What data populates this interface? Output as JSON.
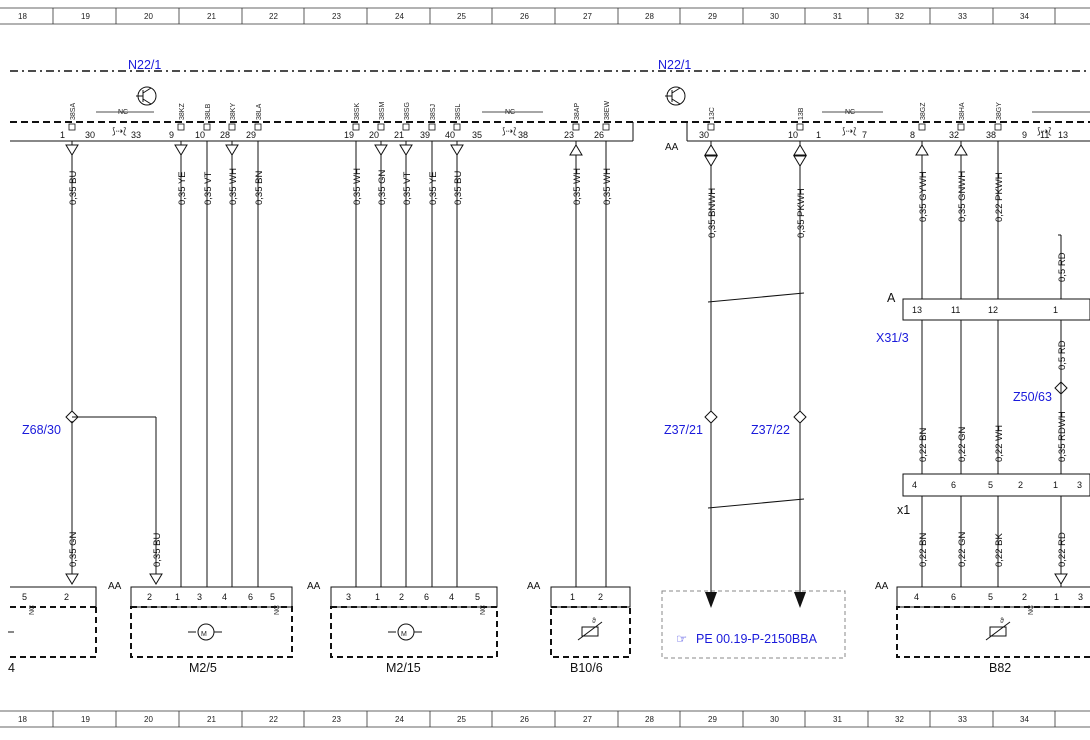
{
  "ruler_cols": [
    "18",
    "19",
    "20",
    "21",
    "22",
    "23",
    "24",
    "25",
    "26",
    "27",
    "28",
    "29",
    "30",
    "31",
    "32",
    "33",
    "34"
  ],
  "modules": {
    "left": "N22/1",
    "right": "N22/1"
  },
  "nc": "NC",
  "aa": "AA",
  "top_pins": [
    {
      "num": "1",
      "sig": "38SA"
    },
    {
      "num": "30",
      "sig": ""
    },
    {
      "num": "33",
      "sig": ""
    },
    {
      "num": "9",
      "sig": "38KZ"
    },
    {
      "num": "10",
      "sig": "38LB"
    },
    {
      "num": "28",
      "sig": "38KY"
    },
    {
      "num": "29",
      "sig": "38LA"
    },
    {
      "num": "19",
      "sig": "38SK"
    },
    {
      "num": "20",
      "sig": "38SM"
    },
    {
      "num": "21",
      "sig": "38SG"
    },
    {
      "num": "39",
      "sig": "38SJ"
    },
    {
      "num": "40",
      "sig": "38SL"
    },
    {
      "num": "35",
      "sig": ""
    },
    {
      "num": "38",
      "sig": ""
    },
    {
      "num": "23",
      "sig": "38AP"
    },
    {
      "num": "26",
      "sig": "38EW"
    },
    {
      "num": "30",
      "sig": "13C"
    },
    {
      "num": "10",
      "sig": "13B"
    },
    {
      "num": "1",
      "sig": ""
    },
    {
      "num": "7",
      "sig": ""
    },
    {
      "num": "8",
      "sig": "38GZ"
    },
    {
      "num": "32",
      "sig": "38HA"
    },
    {
      "num": "38",
      "sig": "38GY"
    },
    {
      "num": "9",
      "sig": ""
    },
    {
      "num": "11",
      "sig": ""
    },
    {
      "num": "13",
      "sig": ""
    }
  ],
  "wires_top": [
    "0,35 BU",
    "0,35 YE",
    "0,35 VT",
    "0,35 WH",
    "0,35 BN",
    "0,35 WH",
    "0,35 GN",
    "0,35 VT",
    "0,35 YE",
    "0,35 BU",
    "0,35 WH",
    "0,35 WH",
    "0,35 BNWH",
    "0,35 PKWH",
    "0,35 GYWH",
    "0,35 GNWH",
    "0,22 PKWH",
    "0,5 RD"
  ],
  "wires_mid": [
    "0,22 BN",
    "0,22 GN",
    "0,22 WH",
    "0,35 RDWH",
    "0,5 RD"
  ],
  "wires_bottom": [
    "0,35 GN",
    "0,35 BU",
    "0,22 BN",
    "0,22 GN",
    "0,22 BK",
    "0,22 RD"
  ],
  "refs": {
    "z68": "Z68/30",
    "z37_21": "Z37/21",
    "z37_22": "Z37/22",
    "z50": "Z50/63",
    "x31": "X31/3",
    "x31_a": "A",
    "x1": "x1"
  },
  "x31_pins": [
    "13",
    "11",
    "12",
    "1"
  ],
  "x1_pins": [
    "4",
    "6",
    "5",
    "2",
    "1",
    "3"
  ],
  "components": {
    "m25": "M2/5",
    "m215": "M2/15",
    "b106": "B10/6",
    "b82": "B82",
    "left_cut": "4",
    "pe_ref": "PE 00.19-P-2150BBA"
  },
  "bottom_pins": {
    "left": [
      "5",
      "2"
    ],
    "m25": [
      "2",
      "1",
      "3",
      "4",
      "6",
      "5"
    ],
    "m215": [
      "3",
      "1",
      "2",
      "6",
      "4",
      "5"
    ],
    "b106": [
      "1",
      "2"
    ],
    "b82": [
      "4",
      "6",
      "5",
      "2",
      "1",
      "3"
    ]
  },
  "colors": {
    "line": "#111111",
    "ref": "#1a1adb",
    "dash_box": "#888888"
  }
}
